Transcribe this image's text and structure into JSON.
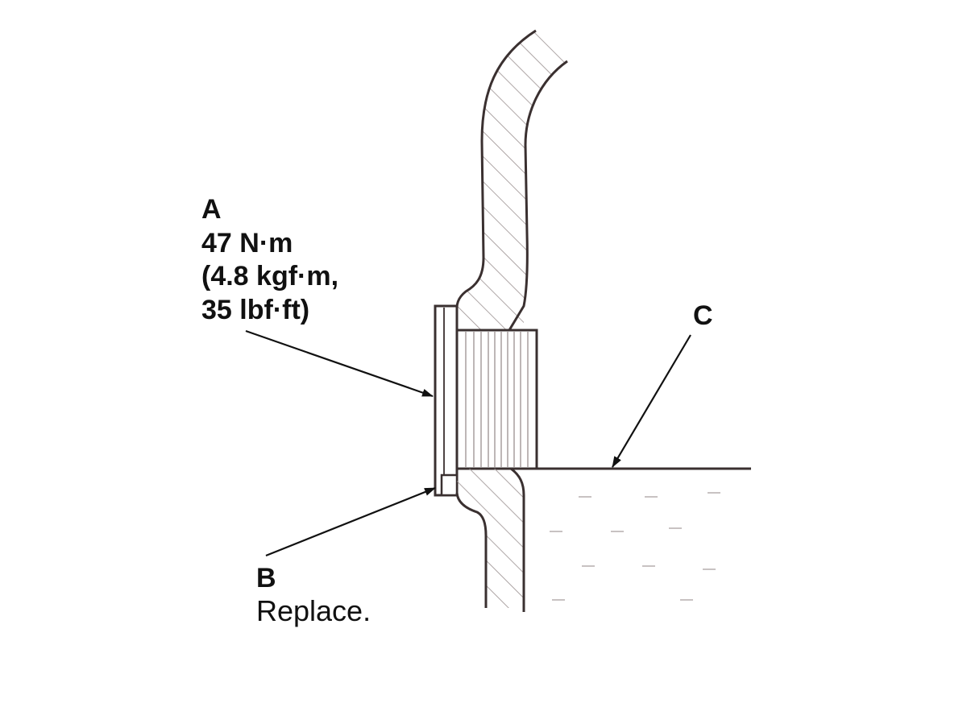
{
  "labels": {
    "a": {
      "letter": "A",
      "torque_nm": "47 N·m",
      "torque_kgfm": "(4.8 kgf·m,",
      "torque_lbfft": "35 lbf·ft)"
    },
    "b": {
      "letter": "B",
      "note": "Replace."
    },
    "c": {
      "letter": "C"
    }
  },
  "colors": {
    "outline": "#3a3030",
    "hatch": "#9a9090",
    "fluid_dash": "#c8c2c2",
    "text": "#111111"
  }
}
